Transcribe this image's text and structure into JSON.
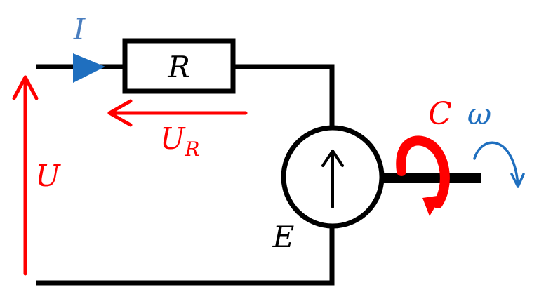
{
  "labels": {
    "current": "I",
    "resistor": "R",
    "voltage_resistor_main": "U",
    "voltage_resistor_sub": "R",
    "voltage": "U",
    "emf": "E",
    "torque": "C",
    "angular_velocity": "ω"
  },
  "colors": {
    "wire": "#000000",
    "voltage": "#ff0000",
    "current": "#1f6fbf",
    "current_label": "#4a7ebf",
    "torque": "#ff0000",
    "angular_velocity": "#1f6fbf",
    "emf": "#000000"
  },
  "icons": {
    "current_arrow": "triangle-right-icon",
    "source_arrow": "arrow-up-icon",
    "voltage_arrows": "arrow-icon",
    "torque_arrow": "curved-arrow-icon",
    "rotation_arrow": "curved-arrow-icon"
  }
}
